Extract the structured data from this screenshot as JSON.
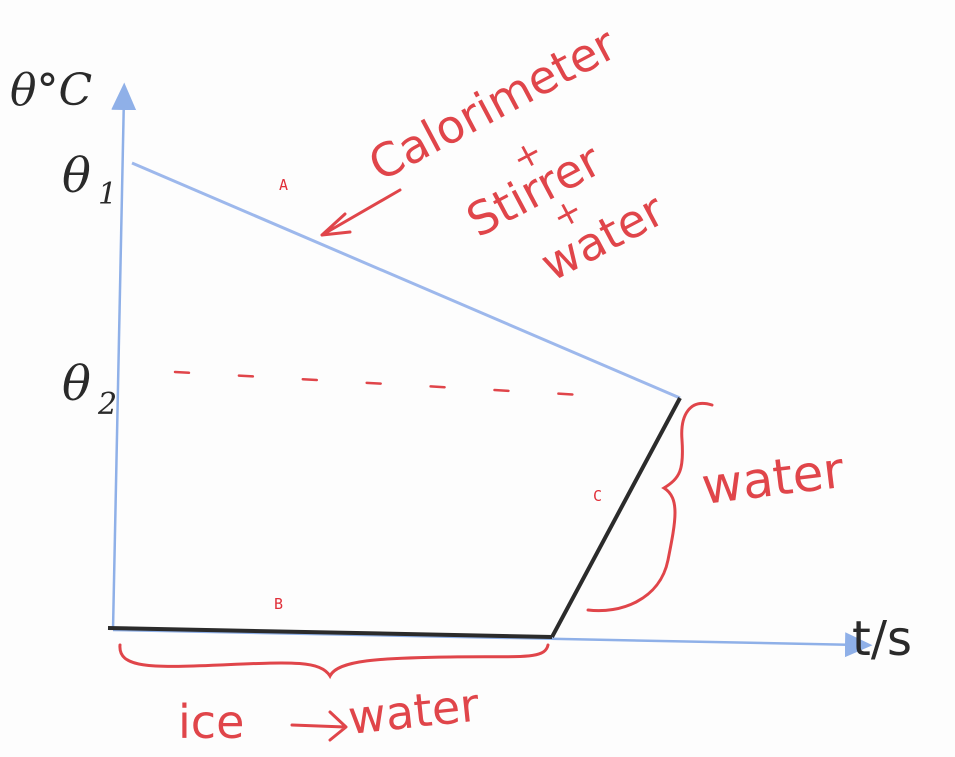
{
  "axes": {
    "y_label": "θ°C",
    "x_label": "t/s",
    "y_ticks": [
      {
        "symbol": "θ",
        "subscript": "1"
      },
      {
        "symbol": "θ",
        "subscript": "2"
      }
    ]
  },
  "segment_labels": {
    "a": "A",
    "b": "B",
    "c": "C"
  },
  "annotations": {
    "calorimeter": [
      "Calorimeter",
      "+",
      "Stirrer",
      "+",
      "water"
    ],
    "water": "water",
    "ice_to_water": {
      "left": "ice",
      "right": "water"
    }
  },
  "colors": {
    "axis": "#8fb0e8",
    "line_a": "#9db8ec",
    "line_bc": "#2b2b2b",
    "annotation": "#e0454a"
  }
}
